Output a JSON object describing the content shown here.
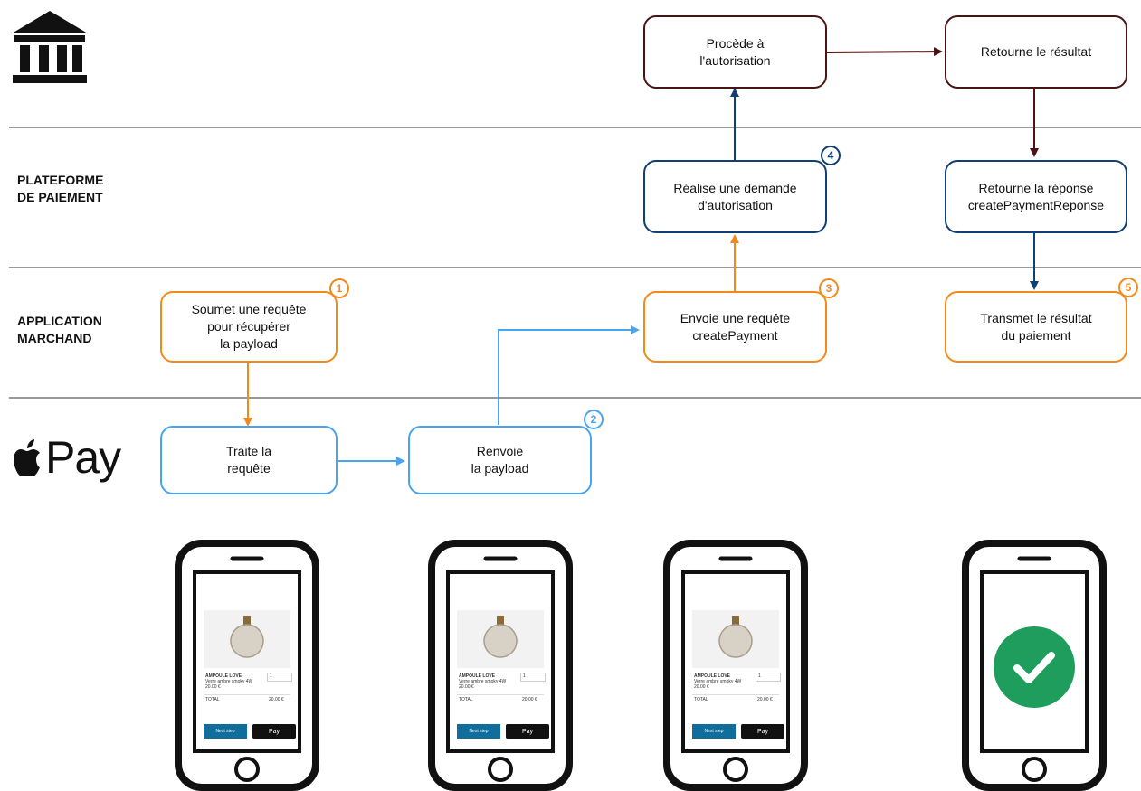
{
  "lanes": {
    "platform": "PLATEFORME\nDE PAIEMENT",
    "merchant": "APPLICATION\nMARCHAND"
  },
  "boxes": {
    "bank_authorize": "Procède à\nl'autorisation",
    "bank_result": "Retourne le résultat",
    "plat_request": "Réalise une demande\nd'autorisation",
    "plat_response": "Retourne la réponse\ncreatePaymentReponse",
    "merch_submit": "Soumet une requête\npour récupérer\nla payload",
    "merch_create": "Envoie une requête\ncreatePayment",
    "merch_transmit": "Transmet le résultat\ndu paiement",
    "apple_process": "Traite la\nrequête",
    "apple_return": "Renvoie\nla payload"
  },
  "badges": [
    "1",
    "2",
    "3",
    "4",
    "5"
  ],
  "apple_pay_logo": " Pay",
  "phone_screen": {
    "product_name": "AMPOULE LOVE",
    "product_desc": "Verre ambre smoky 4W",
    "product_price": "20.00 €",
    "quantity": "1",
    "total_label": "TOTAL",
    "total_value": "20.00 €",
    "next_button": "Next step",
    "pay_button": " Pay"
  },
  "colors": {
    "bank": "#4a1414",
    "platform": "#123f73",
    "merchant": "#f28a1a",
    "apple": "#4aa3ee",
    "success": "#1f9d5c"
  },
  "icons": [
    "bank-building-icon",
    "apple-logo-icon",
    "checkmark-icon",
    "smartphone-icon"
  ]
}
